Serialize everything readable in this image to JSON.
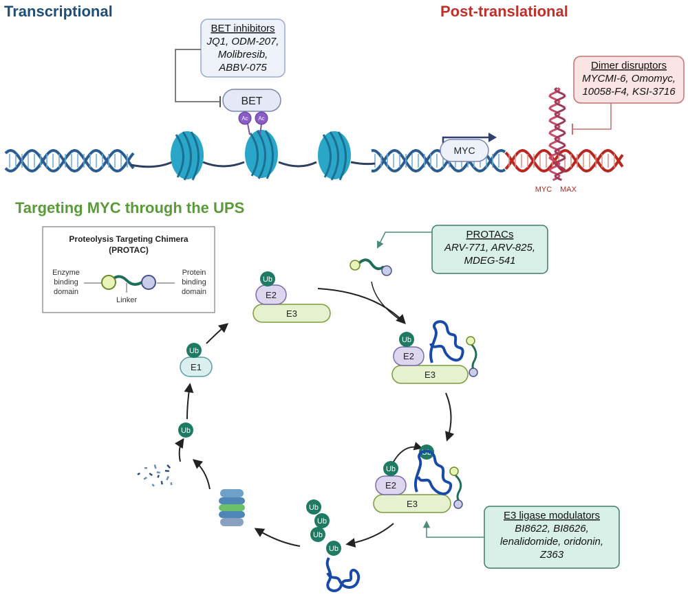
{
  "headers": {
    "transcriptional": "Transcriptional",
    "post_translational": "Post-translational",
    "ups": "Targeting MYC through the UPS"
  },
  "colors": {
    "transcriptional": "#1f4e79",
    "post_translational": "#c0302a",
    "ups": "#5a9a3a",
    "dna_blue": "#2a5c8f",
    "dna_red": "#b8271f",
    "nucleosome": "#2aa6c9",
    "ub": "#1e7a62",
    "e3_fill": "#e6f1cf",
    "e2_fill": "#ddd6ef",
    "e1_fill": "#dcefef"
  },
  "bet_box": {
    "heading": "BET inhibitors",
    "lines": [
      "JQ1, ODM-207,",
      "Molibresib,",
      "ABBV-075"
    ]
  },
  "bet_protein": {
    "label": "BET",
    "acetyl": "Ac"
  },
  "myc_gene": {
    "label": "MYC"
  },
  "dimer_box": {
    "heading": "Dimer disruptors",
    "lines": [
      "MYCMI-6, Omomyc,",
      "10058-F4, KSI-3716"
    ]
  },
  "dimer_labels": {
    "myc": "MYC",
    "max": "MAX"
  },
  "protac_legend": {
    "title_line1": "Proteolysis Targeting Chimera",
    "title_line2": "(PROTAC)",
    "enzyme_lines": [
      "Enzyme",
      "binding",
      "domain"
    ],
    "protein_lines": [
      "Protein",
      "binding",
      "domain"
    ],
    "linker": "Linker"
  },
  "protacs_box": {
    "heading": "PROTACs",
    "lines": [
      "ARV-771, ARV-825,",
      "MDEG-541"
    ]
  },
  "e3_box": {
    "heading": "E3 ligase modulators",
    "lines": [
      "BI8622, BI8626,",
      "lenalidomide, oridonin,",
      "Z363"
    ]
  },
  "cycle": {
    "ub": "Ub",
    "e1": "E1",
    "e2": "E2",
    "e3": "E3"
  }
}
